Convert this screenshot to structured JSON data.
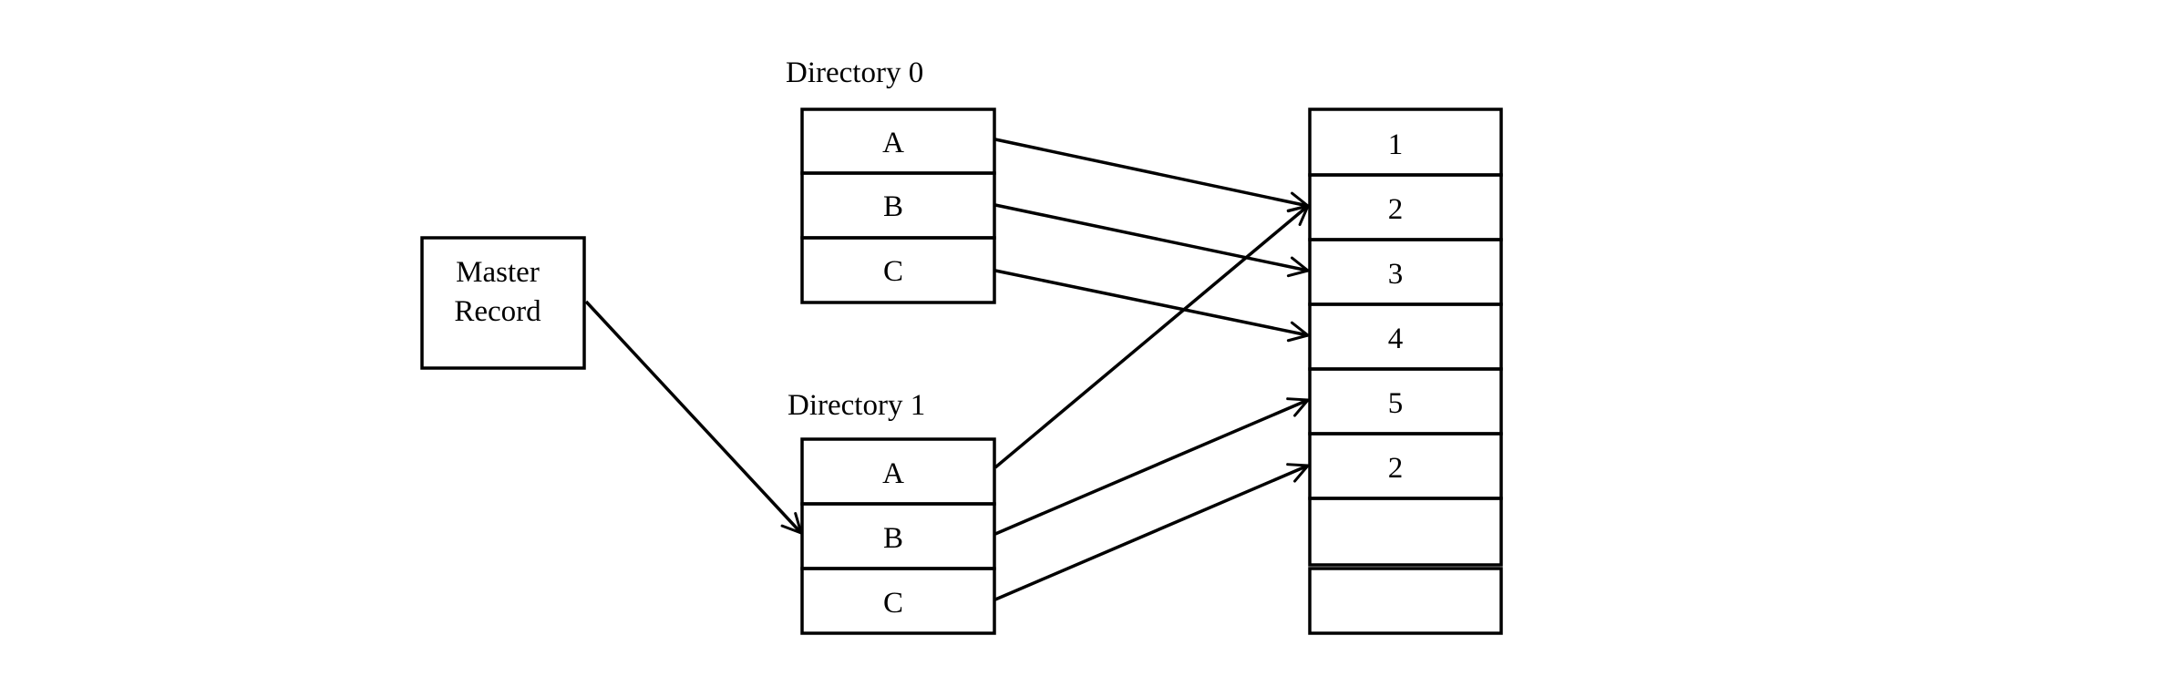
{
  "master_record": {
    "lines": [
      "Master",
      "Record"
    ]
  },
  "directory_0": {
    "label": "Directory 0",
    "entries": [
      "A",
      "B",
      "C"
    ]
  },
  "directory_1": {
    "label": "Directory 1",
    "entries": [
      "A",
      "B",
      "C"
    ]
  },
  "blocks": {
    "labels": [
      "1",
      "2",
      "3",
      "4",
      "5",
      "2",
      "",
      ""
    ]
  },
  "pointers": [
    {
      "from": "master-record",
      "to": "directory-1-entry-b"
    },
    {
      "from": "directory-0-entry-a",
      "to": "block-2"
    },
    {
      "from": "directory-0-entry-b",
      "to": "block-3"
    },
    {
      "from": "directory-0-entry-c",
      "to": "block-4"
    },
    {
      "from": "directory-1-entry-a",
      "to": "block-2"
    },
    {
      "from": "directory-1-entry-b",
      "to": "block-5"
    },
    {
      "from": "directory-1-entry-c",
      "to": "block-6"
    }
  ],
  "colors": {
    "stroke": "#000000",
    "background": "#ffffff"
  }
}
